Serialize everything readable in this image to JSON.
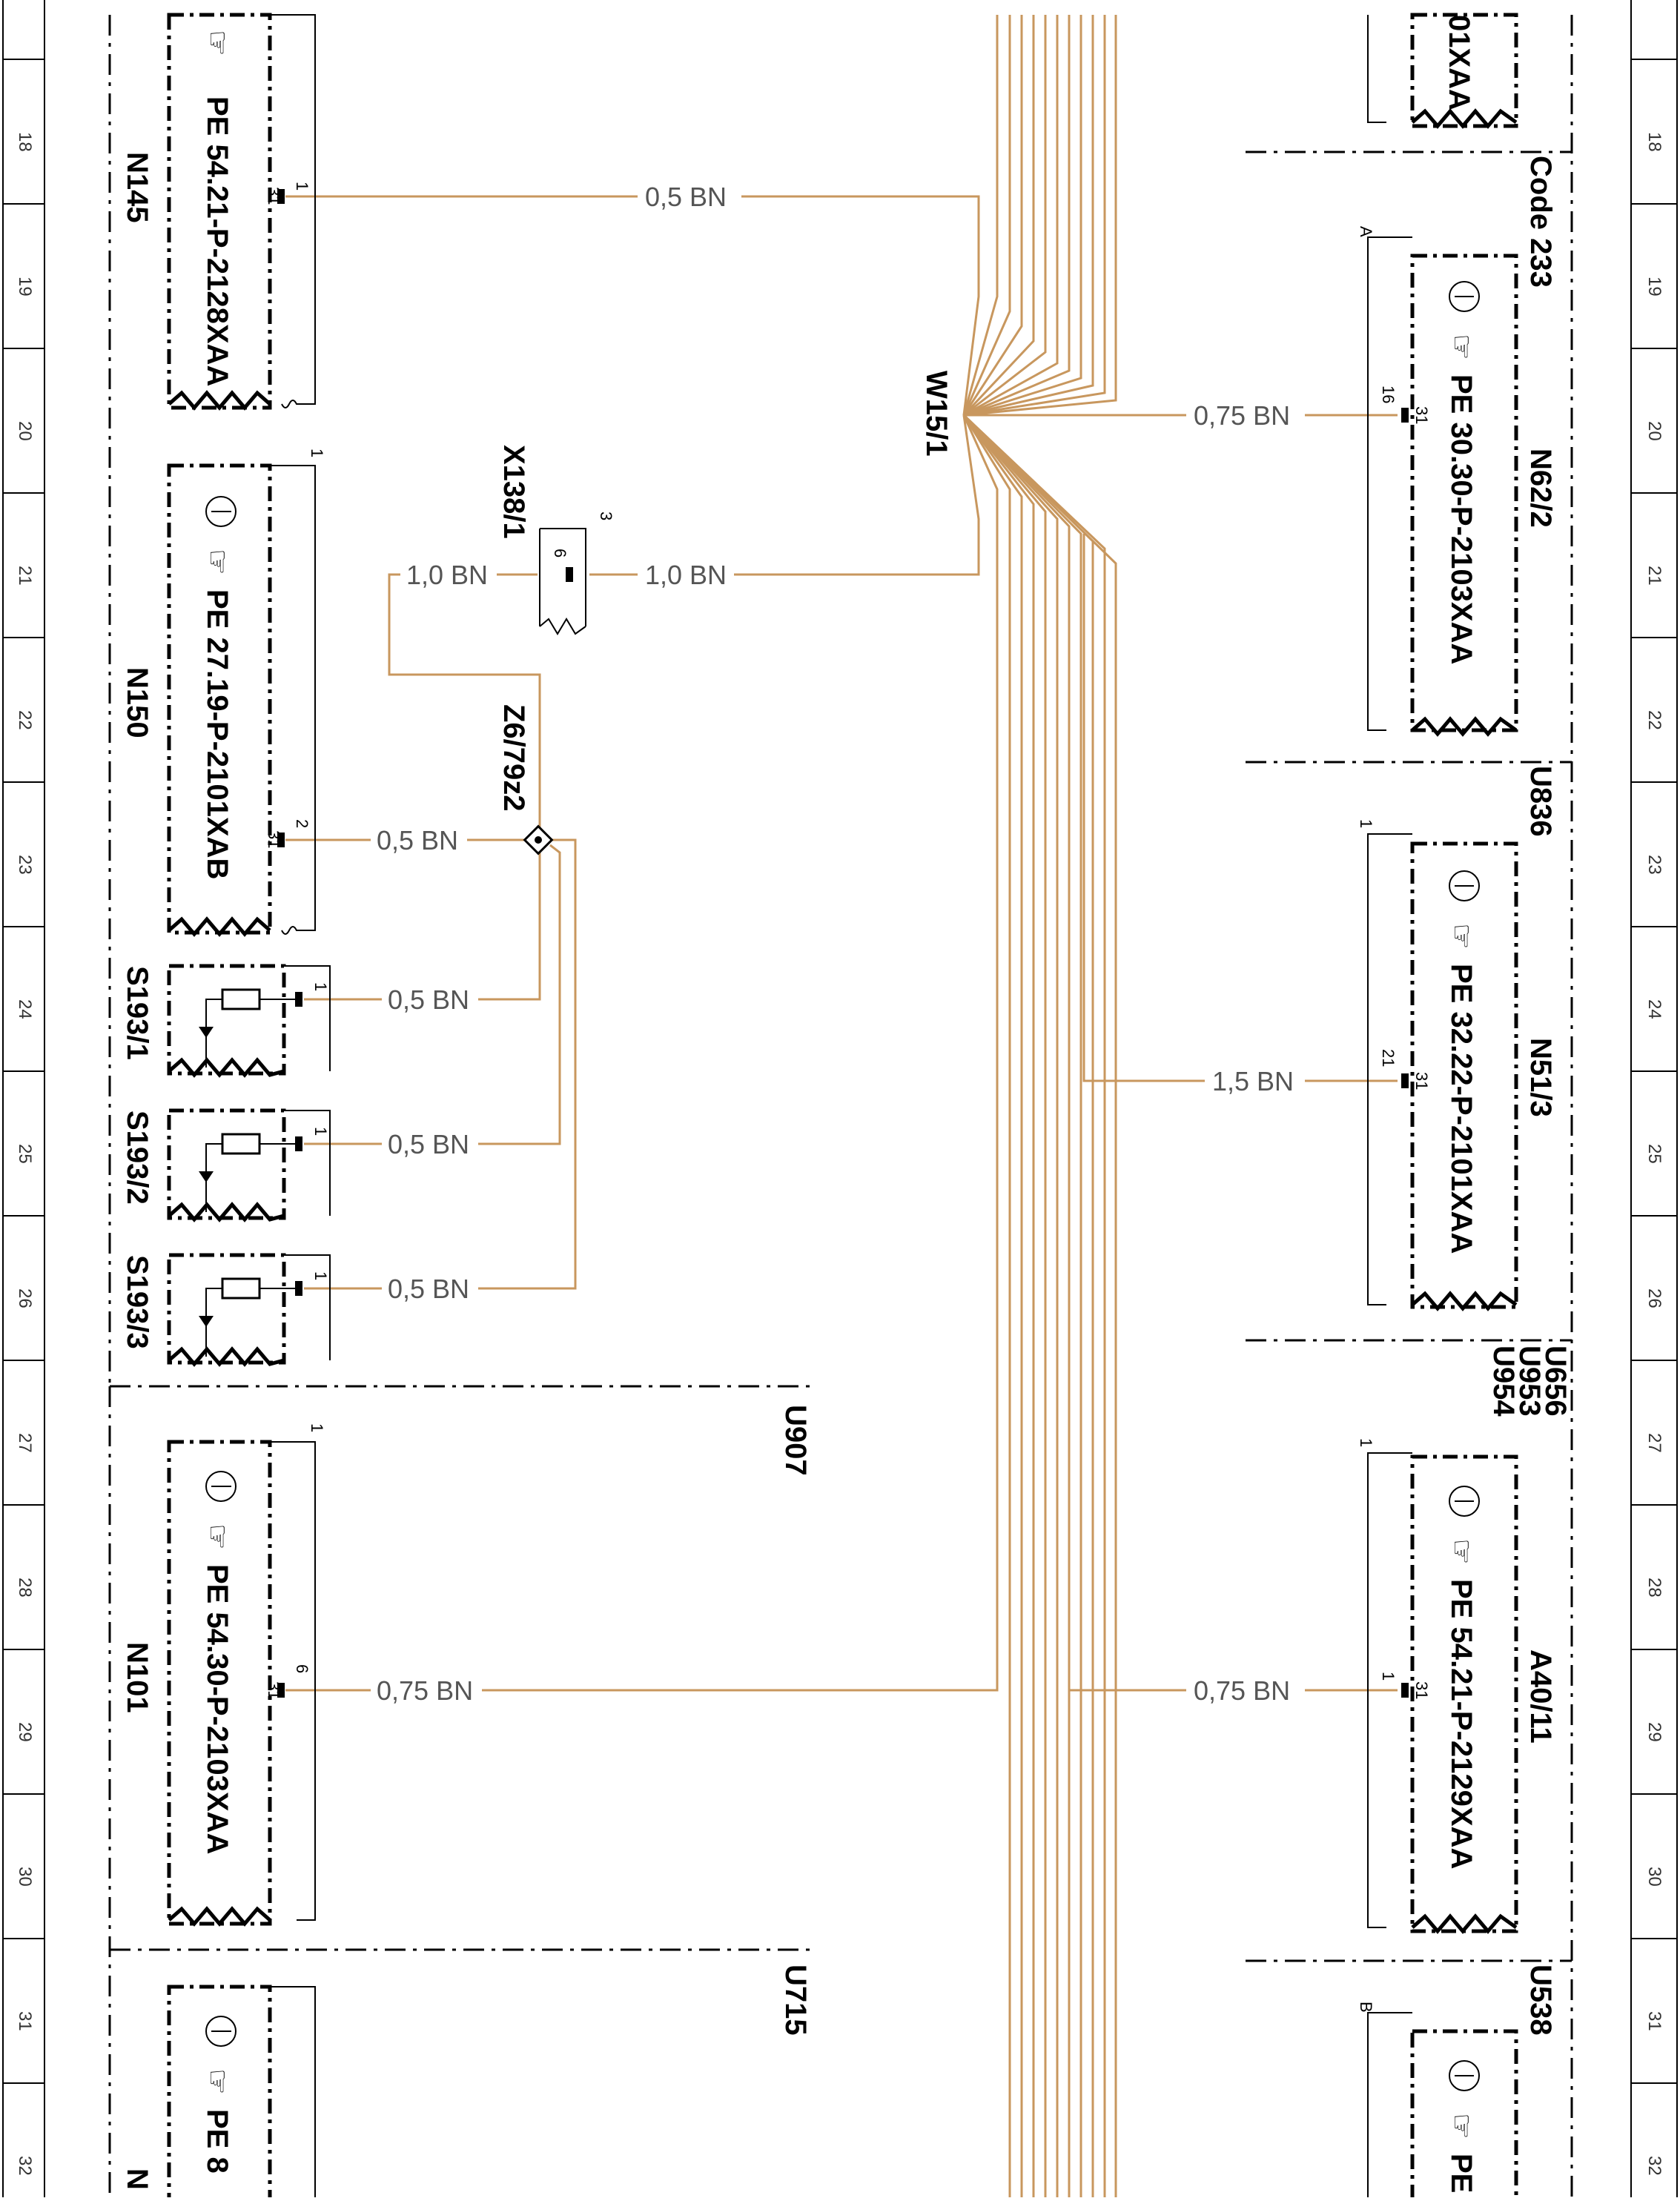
{
  "row_numbers": [
    "18",
    "19",
    "20",
    "21",
    "22",
    "23",
    "24",
    "25",
    "26",
    "27",
    "28",
    "29",
    "30",
    "31",
    "32"
  ],
  "components": {
    "n145": {
      "ref": "N145",
      "doc": "PE 54.21-P-2128XAA",
      "pin_inner": "31",
      "pin_outer": "1"
    },
    "n150": {
      "ref": "N150",
      "doc": "PE 27.19-P-2101XAB",
      "pin_inner": "31",
      "pin_outer": "2",
      "pin_top": "1"
    },
    "x138": {
      "ref": "X138/1",
      "pin_inner": "6",
      "pin_top": "3"
    },
    "z6": {
      "ref": "Z6/79z2"
    },
    "w15": {
      "ref": "W15/1"
    },
    "s193_1": {
      "ref": "S193/1",
      "pin": "1"
    },
    "s193_2": {
      "ref": "S193/2",
      "pin": "1"
    },
    "s193_3": {
      "ref": "S193/3",
      "pin": "1"
    },
    "u907": {
      "ref": "U907"
    },
    "n101": {
      "ref": "N101",
      "doc": "PE 54.30-P-2103XAA",
      "pin_inner": "31",
      "pin_outer": "6",
      "pin_top": "1"
    },
    "u715": {
      "ref": "U715"
    },
    "bottom_left": {
      "ref": "N",
      "doc": "PE 8"
    },
    "top_right": {
      "doc": "01XAA"
    },
    "code233": {
      "ref": "Code 233"
    },
    "n62": {
      "ref": "N62/2",
      "doc": "PE 30.30-P-2103XAA",
      "pin_inner": "31",
      "pin_outer": "16",
      "pin_top": "A"
    },
    "u836": {
      "ref": "U836"
    },
    "n51": {
      "ref": "N51/3",
      "doc": "PE 32.22-P-2101XAA",
      "pin_inner": "31",
      "pin_outer": "21",
      "pin_top": "1"
    },
    "u656": {
      "ref": "U656"
    },
    "u953": {
      "ref": "U953"
    },
    "u954": {
      "ref": "U954"
    },
    "a40": {
      "ref": "A40/11",
      "doc": "PE 54.21-P-2129XAA",
      "pin_inner": "31",
      "pin_outer": "1",
      "pin_top": "1"
    },
    "u538": {
      "ref": "U538"
    },
    "bottom_right": {
      "doc": "PE",
      "pin_top": "B"
    }
  },
  "wires": {
    "n145": "0,5 BN",
    "x138_left": "1,0 BN",
    "x138_right": "1,0 BN",
    "n150": "0,5 BN",
    "s193_1": "0,5 BN",
    "s193_2": "0,5 BN",
    "s193_3": "0,5 BN",
    "n101": "0,75 BN",
    "n62": "0,75 BN",
    "n51": "1,5 BN",
    "a40": "0,75 BN"
  },
  "colors": {
    "wire": "#c8975e",
    "line": "#000000"
  }
}
